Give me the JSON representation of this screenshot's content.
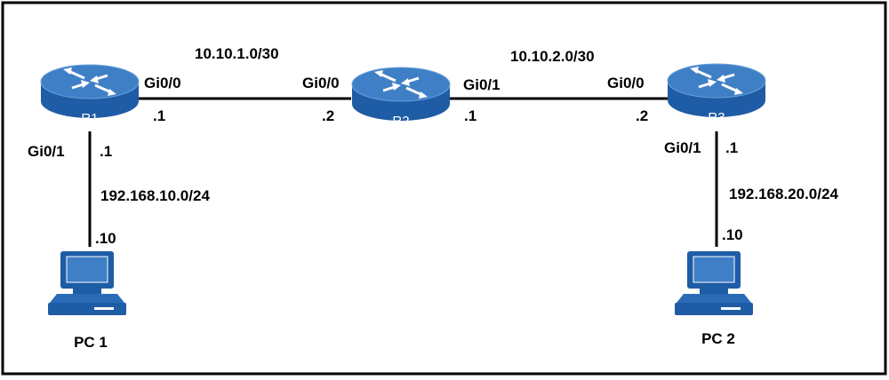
{
  "colors": {
    "frame": "#000000",
    "link": "#000000",
    "router_top": "#3f7fc6",
    "router_side": "#1f5ca6",
    "router_name_text": "#ffffff",
    "pc_body": "#1f5ca6",
    "pc_screen": "#3f7fc6"
  },
  "routers": {
    "r1": {
      "name": "R1",
      "icon": "router-icon"
    },
    "r2": {
      "name": "R2",
      "icon": "router-icon"
    },
    "r3": {
      "name": "R3",
      "icon": "router-icon"
    }
  },
  "pcs": {
    "pc1": {
      "name": "PC 1",
      "icon": "pc-icon"
    },
    "pc2": {
      "name": "PC 2",
      "icon": "pc-icon"
    }
  },
  "links": {
    "r1_r2": {
      "network": "10.10.1.0/30",
      "r1_interface": "Gi0/0",
      "r1_host": ".1",
      "r2_interface": "Gi0/0",
      "r2_host": ".2"
    },
    "r2_r3": {
      "network": "10.10.2.0/30",
      "r2_interface": "Gi0/1",
      "r2_host": ".1",
      "r3_interface": "Gi0/0",
      "r3_host": ".2"
    },
    "r1_pc1": {
      "network": "192.168.10.0/24",
      "r1_interface": "Gi0/1",
      "r1_host": ".1",
      "pc_host": ".10"
    },
    "r3_pc2": {
      "network": "192.168.20.0/24",
      "r3_interface": "Gi0/1",
      "r3_host": ".1",
      "pc_host": ".10"
    }
  }
}
